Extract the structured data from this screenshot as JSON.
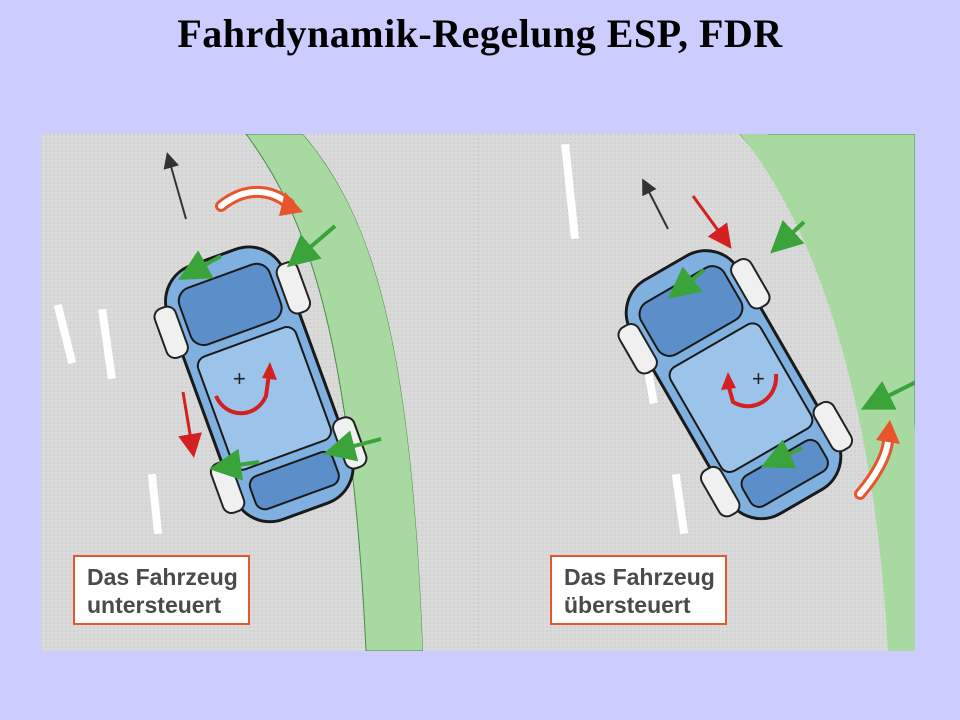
{
  "title": "Fahrdynamik-Regelung ESP, FDR",
  "panels": [
    {
      "id": "left",
      "caption_line1": "Das Fahrzeug",
      "caption_line2": "untersteuert"
    },
    {
      "id": "right",
      "caption_line1": "Das Fahrzeug",
      "caption_line2": "übersteuert"
    }
  ],
  "yaw_symbol": "+",
  "colors": {
    "background": "#ccccff",
    "road": "#d9d9d9",
    "verge": "#a8d9a0",
    "car_body": "#7fb0e0",
    "car_outline": "#1a1a1a",
    "tire": "#f0f0f0",
    "force_arrow": "#3aa33a",
    "brake_arrow": "#d42020",
    "turn_arrow": "#e8542b",
    "label_border": "#e8542b"
  }
}
